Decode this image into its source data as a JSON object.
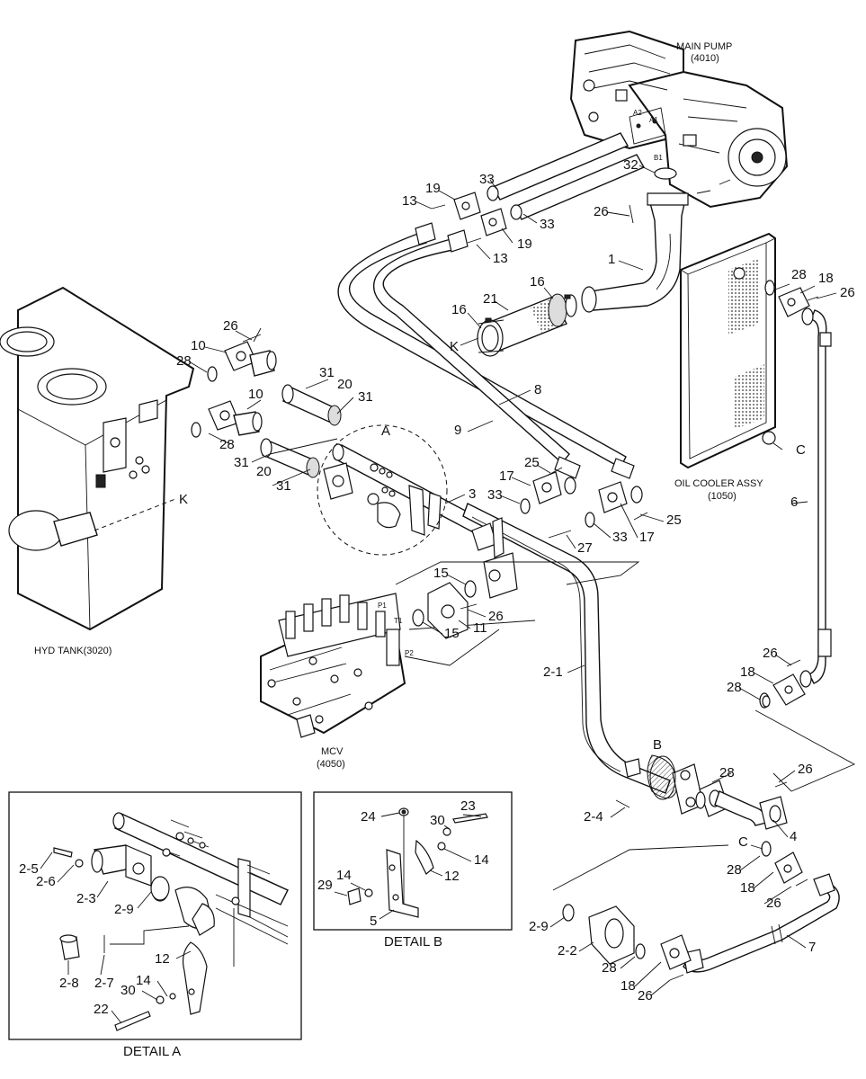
{
  "captions": {
    "main_pump": [
      "MAIN PUMP",
      "(4010)"
    ],
    "oil_cooler": [
      "OIL COOLER ASSY",
      "(1050)"
    ],
    "hyd_tank": "HYD TANK(3020)",
    "mcv": [
      "MCV",
      "(4050)"
    ],
    "detail_a": "DETAIL A",
    "detail_b": "DETAIL B"
  },
  "port_labels": {
    "a2": "A2",
    "a1": "A1",
    "b1": "B1",
    "p1": "P1",
    "t1": "T1",
    "p2": "P2"
  },
  "reference_letters": {
    "a_circle": "A",
    "b_ellipse": "B",
    "c_cooler": "C",
    "c_lower": "C",
    "k_hose": "K",
    "k_tank": "K"
  },
  "part_numbers": [
    "33",
    "33",
    "19",
    "19",
    "13",
    "13",
    "32",
    "26",
    "1",
    "16",
    "16",
    "21",
    "28",
    "18",
    "26",
    "26",
    "10",
    "28",
    "10",
    "28",
    "31",
    "20",
    "31",
    "31",
    "20",
    "31",
    "8",
    "9",
    "25",
    "17",
    "33",
    "3",
    "33",
    "17",
    "25",
    "27",
    "15",
    "26",
    "11",
    "15",
    "2-1",
    "6",
    "26",
    "18",
    "28",
    "28",
    "26",
    "2-4",
    "4",
    "28",
    "18",
    "26",
    "2-9",
    "2-2",
    "28",
    "18",
    "26",
    "7",
    "2-5",
    "2-6",
    "2-3",
    "2-9",
    "12",
    "2-8",
    "2-7",
    "14",
    "30",
    "22",
    "24",
    "23",
    "30",
    "14",
    "14",
    "12",
    "29",
    "5"
  ]
}
